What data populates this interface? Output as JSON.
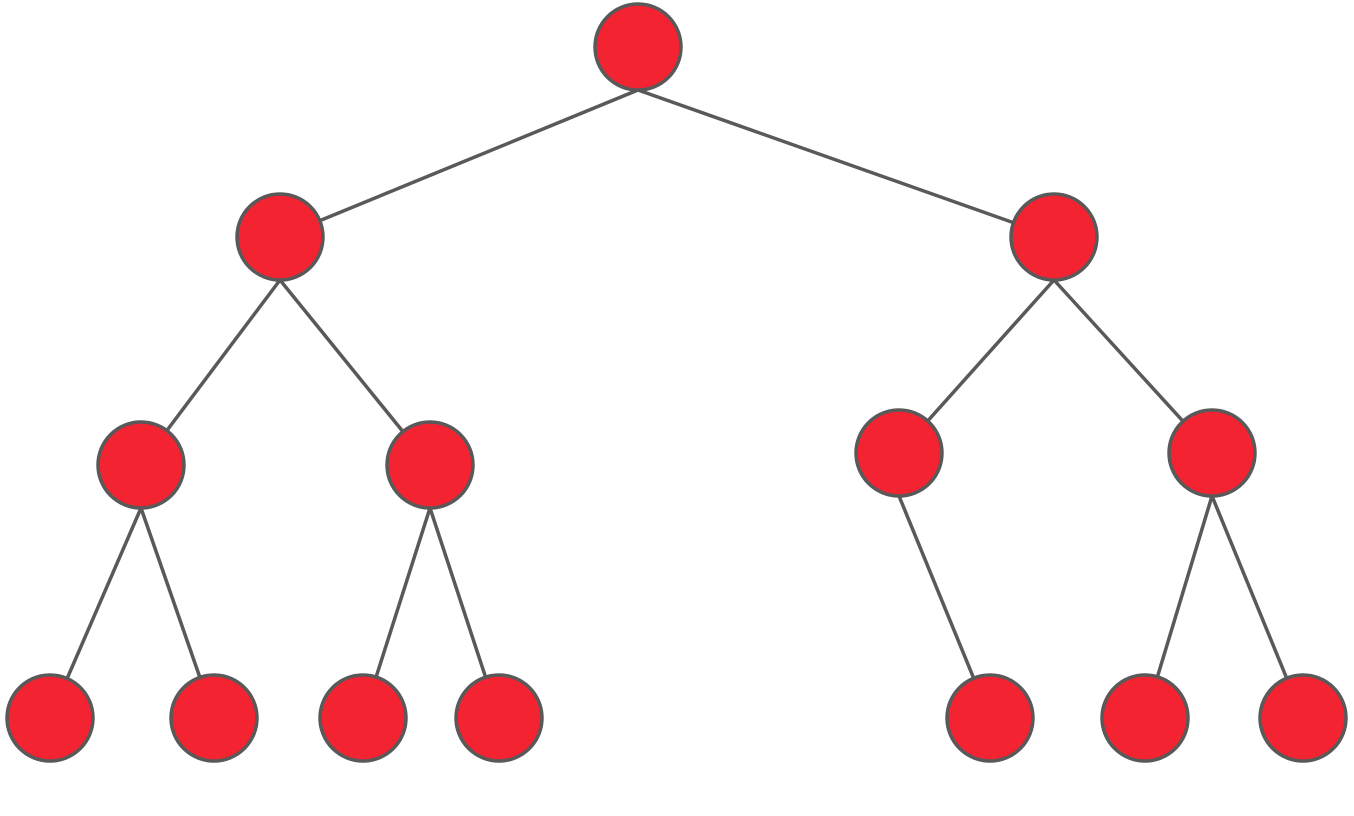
{
  "diagram": {
    "type": "binary-tree",
    "node_fill": "#f42331",
    "node_stroke": "#595959",
    "edge_color": "#595959",
    "nodes": [
      "root",
      "a",
      "b",
      "a1",
      "a2",
      "b1",
      "b2",
      "a1l",
      "a1r",
      "a2l",
      "a2r",
      "b1r",
      "b2l",
      "b2r"
    ],
    "edges": [
      [
        "root",
        "a"
      ],
      [
        "root",
        "b"
      ],
      [
        "a",
        "a1"
      ],
      [
        "a",
        "a2"
      ],
      [
        "b",
        "b1"
      ],
      [
        "b",
        "b2"
      ],
      [
        "a1",
        "a1l"
      ],
      [
        "a1",
        "a1r"
      ],
      [
        "a2",
        "a2l"
      ],
      [
        "a2",
        "a2r"
      ],
      [
        "b1",
        "b1r"
      ],
      [
        "b2",
        "b2l"
      ],
      [
        "b2",
        "b2r"
      ]
    ]
  }
}
